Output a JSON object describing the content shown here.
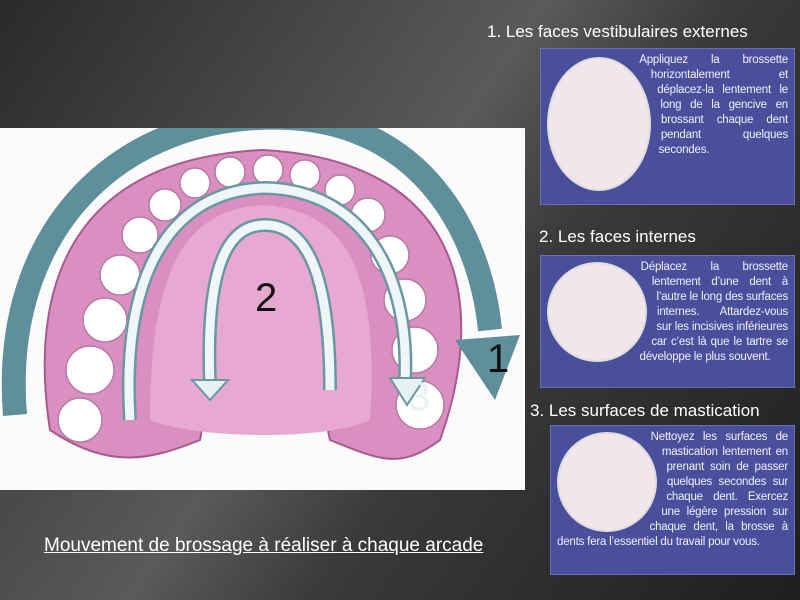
{
  "steps": [
    {
      "title": "1. Les faces vestibulaires externes",
      "text": "Appliquez la brossette horizontalement et déplacez-la lentement le long de la gencive en brossant chaque dent pendant quelques secondes."
    },
    {
      "title": "2. Les faces internes",
      "text": "Déplacez la brossette lentement d’une dent à l’autre le long des surfaces internes. Attardez-vous sur les incisives inférieures car c’est là que le tartre se développe le plus souvent."
    },
    {
      "title": "3. Les surfaces de mastication",
      "text": "Nettoyez les surfaces de mastication lentement en prenant soin de passer quelques secondes sur chaque dent. Exercez une légère pression sur chaque dent, la brosse à dents fera l’essentiel du travail pour vous."
    }
  ],
  "diagram": {
    "labels": [
      "1",
      "2",
      "3"
    ]
  },
  "caption": "Mouvement de brossage à réaliser à chaque arcade"
}
